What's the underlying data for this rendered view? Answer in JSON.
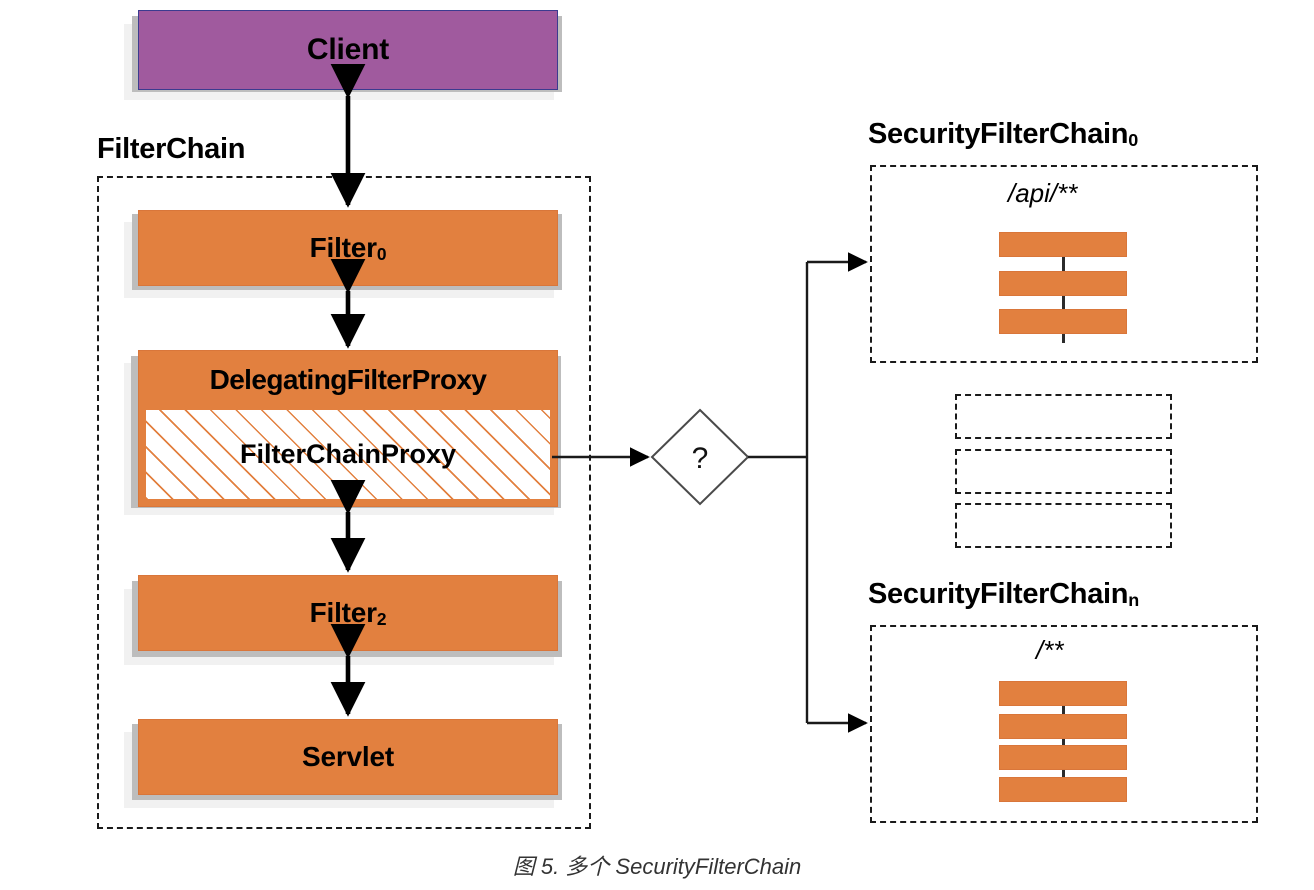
{
  "figure": {
    "caption": "图 5. 多个 SecurityFilterChain",
    "colors": {
      "client_fill": "#a05a9e",
      "client_border": "#3b3b8f",
      "filter_fill": "#e2803f",
      "filter_border": "#d9763a",
      "hatch_stripe": "#e2803f",
      "dashed_border": "#1a1a1a",
      "arrow": "#000000",
      "shadow_near": "#bdbdbd",
      "shadow_far": "#f1f1f1",
      "background": "#ffffff"
    }
  },
  "client": {
    "label": "Client"
  },
  "filter_chain": {
    "group_label": "FilterChain",
    "nodes": [
      {
        "label": "Filter",
        "subscript": "0",
        "kind": "filter"
      },
      {
        "label": "DelegatingFilterProxy",
        "subscript": "",
        "kind": "delegating-filter-proxy"
      },
      {
        "label": "FilterChainProxy",
        "subscript": "",
        "kind": "filter-chain-proxy"
      },
      {
        "label": "Filter",
        "subscript": "2",
        "kind": "filter"
      },
      {
        "label": "Servlet",
        "subscript": "",
        "kind": "servlet"
      }
    ]
  },
  "decision": {
    "label": "?",
    "shape": "diamond"
  },
  "security_filter_chains": [
    {
      "group_label": "SecurityFilterChain",
      "subscript": "0",
      "path_pattern": "/api/**",
      "filter_count": 3
    },
    {
      "group_label": "SecurityFilterChain",
      "subscript": "n",
      "path_pattern": "/**",
      "filter_count": 4
    }
  ],
  "elided_chains": {
    "count": 3,
    "note": ""
  },
  "connections": [
    {
      "from": "client",
      "to": "filter-0",
      "style": "double-arrow"
    },
    {
      "from": "filter-0",
      "to": "delegating-filter-proxy",
      "style": "double-arrow"
    },
    {
      "from": "delegating-filter-proxy",
      "to": "filter-2",
      "style": "double-arrow"
    },
    {
      "from": "filter-2",
      "to": "servlet",
      "style": "double-arrow"
    },
    {
      "from": "filter-chain-proxy",
      "to": "decision",
      "style": "single-arrow"
    },
    {
      "from": "decision",
      "to": "security-filter-chain-0",
      "style": "single-arrow"
    },
    {
      "from": "decision",
      "to": "security-filter-chain-n",
      "style": "single-arrow"
    }
  ]
}
